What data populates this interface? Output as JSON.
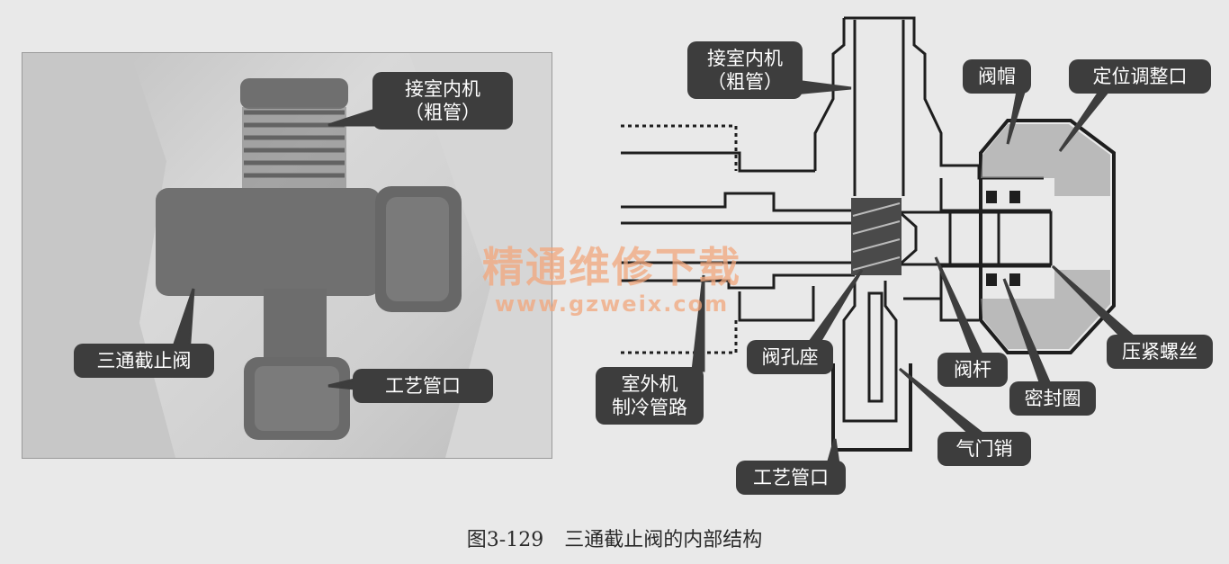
{
  "photo_labels": {
    "indoor_pipe": [
      "接室内机",
      "（粗管）"
    ],
    "three_way_valve": "三通截止阀",
    "process_port": "工艺管口"
  },
  "diagram_labels": {
    "indoor_pipe": [
      "接室内机",
      "（粗管）"
    ],
    "valve_cap": "阀帽",
    "positioning_port": "定位调整口",
    "valve_seat": "阀孔座",
    "valve_stem": "阀杆",
    "compress_screw": "压紧螺丝",
    "outdoor_pipe": [
      "室外机",
      "制冷管路"
    ],
    "seal_ring": "密封圈",
    "valve_pin": "气门销",
    "process_port": "工艺管口"
  },
  "watermark": {
    "text": "精通维修下载",
    "url": "www.gzweix.com"
  },
  "caption": {
    "number": "图3-129",
    "title": "三通截止阀的内部结构"
  }
}
